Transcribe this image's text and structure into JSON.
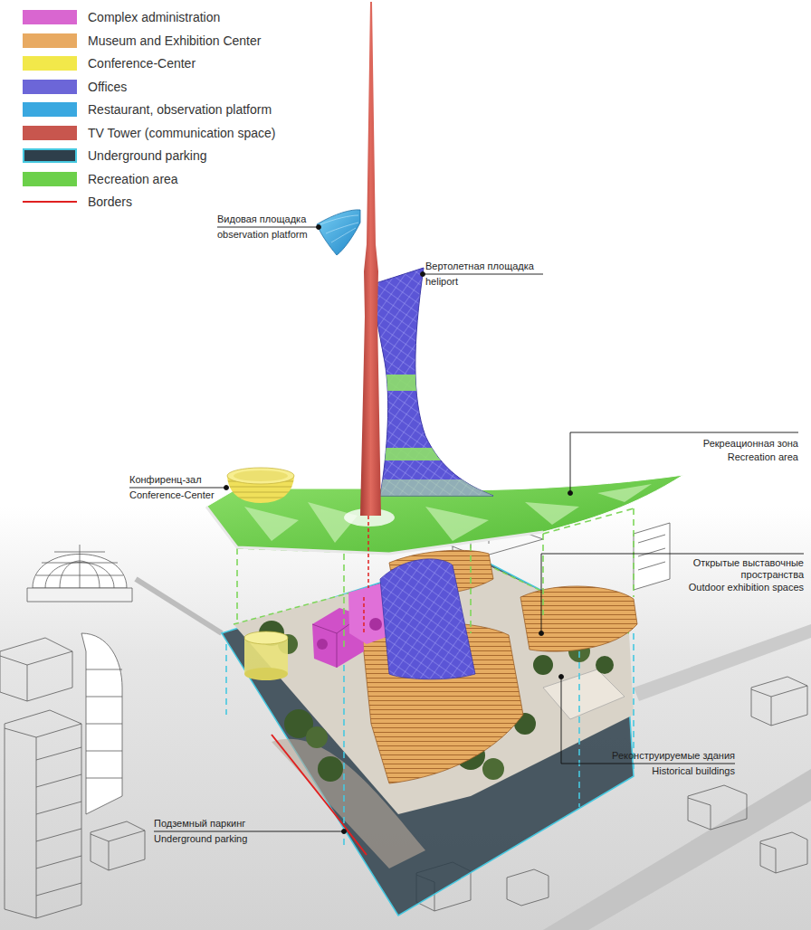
{
  "diagram": {
    "labels": [
      "Видовая площадка",
      "observation platform",
      "Вертолетная площадка",
      "heliport",
      "Рекреационная зона",
      "Recreation area",
      "Конфиренц-зал",
      "Conference-Center",
      "Открытые выставочные пространства",
      "Outdoor exhibition spaces",
      "Реконструируемые здания",
      "Historical buildings",
      "Подземный паркинг",
      "Underground parking"
    ],
    "legend": [
      {
        "text": "Complex administration",
        "color": "#d966d0"
      },
      {
        "text": "Museum and Exhibition Center",
        "color": "#e8aa62"
      },
      {
        "text": "Conference-Center",
        "color": "#f2e84a"
      },
      {
        "text": "Offices",
        "color": "#6c66d8"
      },
      {
        "text": "Restaurant, observation platform",
        "color": "#3aa8e0"
      },
      {
        "text": "TV Tower (communication space)",
        "color": "#c8564e"
      },
      {
        "text": "Underground parking",
        "color": "#2e3f4b"
      },
      {
        "text": "Recreation area",
        "color": "#6cd04a"
      },
      {
        "text": "Borders"
      }
    ]
  }
}
